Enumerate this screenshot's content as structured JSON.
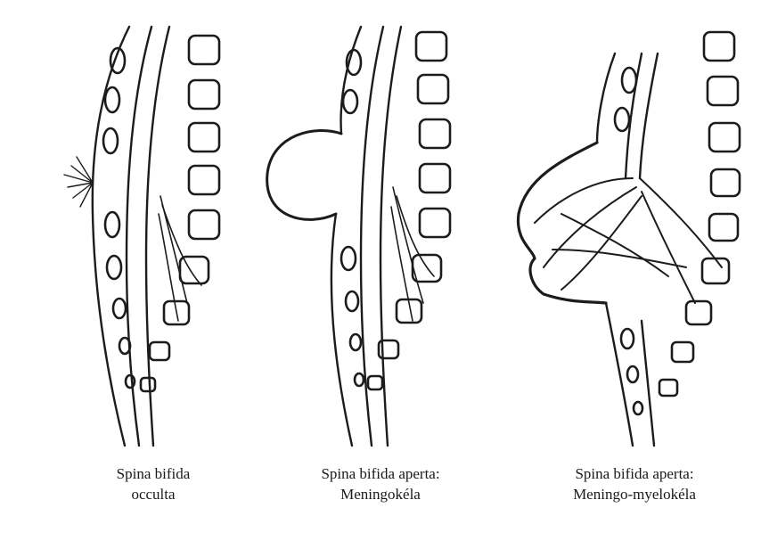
{
  "panels": [
    {
      "id": "occulta",
      "caption": [
        "Spina bifida",
        "occulta"
      ]
    },
    {
      "id": "meningocele",
      "caption": [
        "Spina bifida aperta:",
        "Meningokéla"
      ]
    },
    {
      "id": "myelomeningocele",
      "caption": [
        "Spina bifida aperta:",
        "Meningo-myelokéla"
      ]
    }
  ],
  "colors": {
    "ink": "#1c1c1c",
    "background": "#ffffff"
  }
}
